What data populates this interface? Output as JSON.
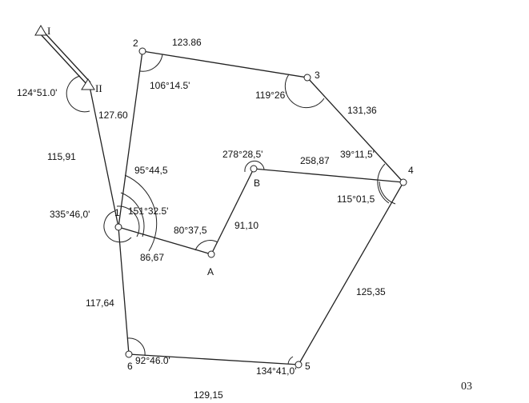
{
  "points": {
    "I": "I",
    "II": "II",
    "p1": "1",
    "p2": "2",
    "p3": "3",
    "p4": "4",
    "p5": "5",
    "p6": "6",
    "A": "A",
    "B": "B"
  },
  "distances": {
    "I_II": "",
    "II_1": "127.60",
    "1_2": "115,91",
    "2_3": "123.86",
    "3_4": "131,36",
    "4_5": "125,35",
    "5_6": "129,15",
    "6_1": "117,64",
    "1_A": "86,67",
    "A_B": "91,10",
    "B_4": "258,87"
  },
  "angles": {
    "at_II": "124°51.0'",
    "at_2": "106°14.5'",
    "at_3": "119°26'",
    "at_4_top": "39°11,5'",
    "at_4_bottom": "115°01,5",
    "at_B": "278°28,5'",
    "at_A": "80°37,5",
    "at_1_upper": "95°44,5",
    "at_1_mid": "151°32.5'",
    "at_1_outer": "335°46,0'",
    "at_5": "134°41,0'",
    "at_6": "92°46.0'"
  },
  "page_number": "03"
}
